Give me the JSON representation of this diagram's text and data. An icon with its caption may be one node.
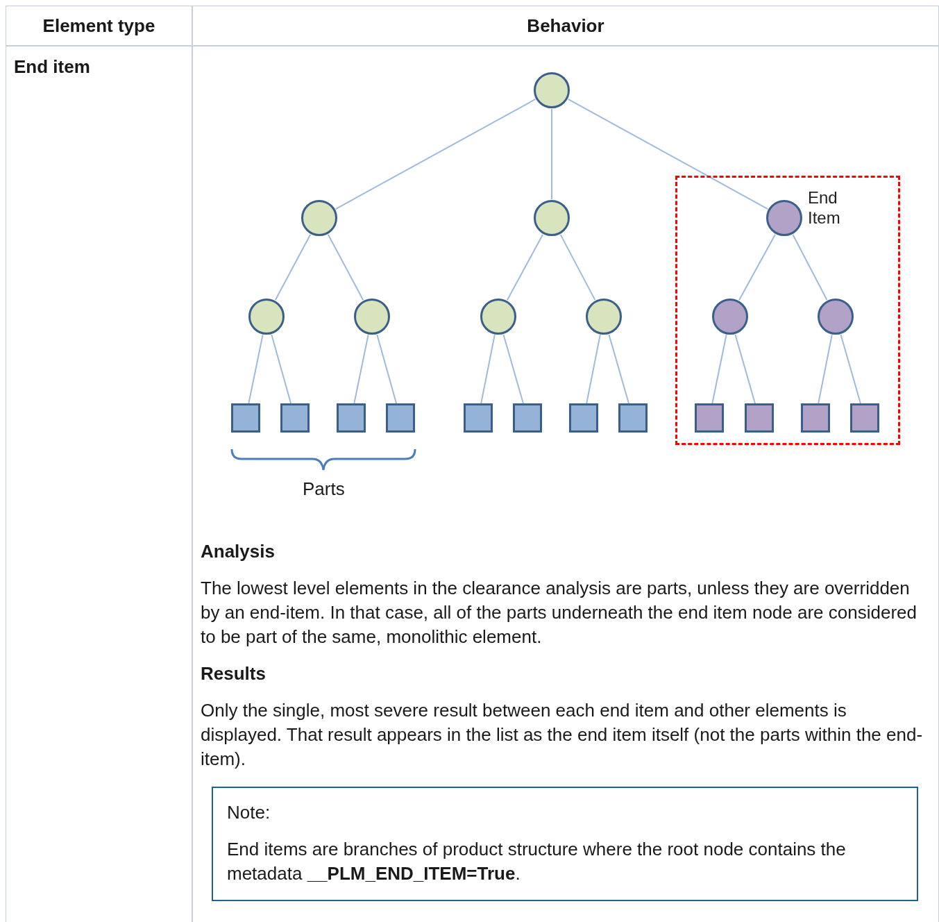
{
  "diagram": {
    "nodes": [
      {
        "text": [],
        "shape": "circle"
      },
      {
        "text": [],
        "shape": "circle"
      },
      {
        "text": [],
        "shape": "circle"
      },
      {
        "text": [],
        "shape": "box"
      },
      {
        "text": [],
        "shape": "circle",
        "in": 3,
        "beside": [
          "End Item"
        ]
      },
      {
        "text": [],
        "shape": "circle"
      },
      {
        "text": [],
        "shape": "circle"
      },
      {
        "text": [],
        "shape": "circle"
      },
      {
        "text": [],
        "shape": "circle"
      },
      {
        "text": [],
        "shape": "circle",
        "in": 3
      },
      {
        "text": [],
        "shape": "circle",
        "in": 3
      },
      {
        "text": [],
        "shape": "box"
      },
      {
        "text": [],
        "shape": "box"
      },
      {
        "text": [],
        "shape": "box"
      },
      {
        "text": [],
        "shape": "box"
      },
      {
        "text": [],
        "shape": "box"
      },
      {
        "text": [],
        "shape": "box"
      },
      {
        "text": [],
        "shape": "box"
      },
      {
        "text": [],
        "shape": "box"
      },
      {
        "text": [],
        "shape": "box",
        "in": 3
      },
      {
        "text": [],
        "shape": "box",
        "in": 3
      },
      {
        "text": [],
        "shape": "box",
        "in": 3
      },
      {
        "text": [],
        "shape": "box",
        "in": 3
      },
      {
        "text": [
          "Note:",
          "End items are branches of product structure where the root node contains the metadata **__PLM_END_ITEM=True**."
        ]
      }
    ],
    "edges": [
      {
        "from": 0,
        "to": 1,
        "arrow": "none"
      },
      {
        "from": 0,
        "to": 2,
        "arrow": "none"
      },
      {
        "from": 0,
        "to": 4,
        "arrow": "none"
      },
      {
        "from": 1,
        "to": 5,
        "arrow": "none"
      },
      {
        "from": 1,
        "to": 6,
        "arrow": "none"
      },
      {
        "from": 2,
        "to": 7,
        "arrow": "none"
      },
      {
        "from": 2,
        "to": 8,
        "arrow": "none"
      },
      {
        "from": 4,
        "to": 9,
        "arrow": "none"
      },
      {
        "from": 4,
        "to": 10,
        "arrow": "none"
      },
      {
        "from": 5,
        "to": 11,
        "arrow": "none"
      },
      {
        "from": 5,
        "to": 12,
        "arrow": "none"
      },
      {
        "from": 6,
        "to": 13,
        "arrow": "none"
      },
      {
        "from": 6,
        "to": 14,
        "arrow": "none"
      },
      {
        "from": 7,
        "to": 15,
        "arrow": "none"
      },
      {
        "from": 7,
        "to": 16,
        "arrow": "none"
      },
      {
        "from": 8,
        "to": 17,
        "arrow": "none"
      },
      {
        "from": 8,
        "to": 18,
        "arrow": "none"
      },
      {
        "from": 9,
        "to": 19,
        "arrow": "none"
      },
      {
        "from": 9,
        "to": 20,
        "arrow": "none"
      },
      {
        "from": 10,
        "to": 21,
        "arrow": "none"
      },
      {
        "from": 10,
        "to": 22,
        "arrow": "none"
      }
    ],
    "labels": [
      "Element type",
      "Behavior",
      "End item",
      "Parts",
      "Analysis",
      "The lowest level elements in the clearance analysis are parts, unless they are overridden by an end-item. In that case, all of the parts underneath the end item node are considered to be part of the same, monolithic element.",
      "Results",
      "Only the single, most severe result between each end item and other elements is displayed. That result appears in the list as the end item itself (not the parts within the end-item)."
    ]
  }
}
